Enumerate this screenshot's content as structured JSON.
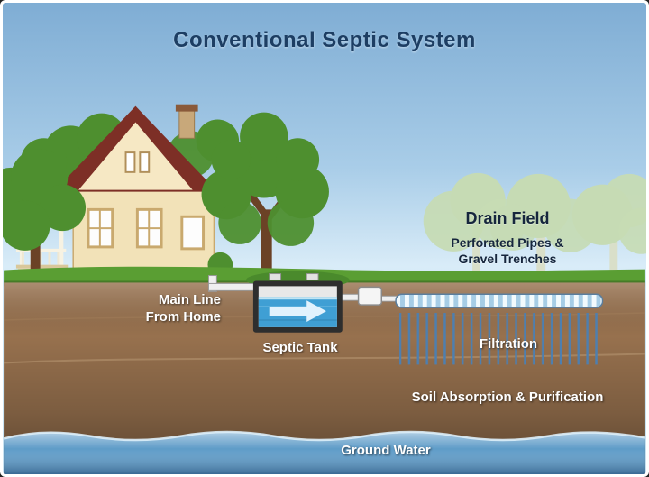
{
  "diagram": {
    "title": "Conventional Septic System",
    "labels": {
      "main_line_1": "Main Line",
      "main_line_2": "From Home",
      "septic_tank": "Septic Tank",
      "drain_field": "Drain Field",
      "drain_field_sub_1": "Perforated Pipes &",
      "drain_field_sub_2": "Gravel Trenches",
      "filtration": "Filtration",
      "soil_absorption": "Soil Absorption & Purification",
      "ground_water": "Ground Water"
    },
    "colors": {
      "title": "#1d3e63",
      "sky_top": "#7fadd4",
      "sky_bottom": "#d9ecf8",
      "grass": "#5a9e33",
      "soil": "#97714e",
      "soil_dark": "#54392a",
      "ground_water": "#5f9cc8",
      "tank_water": "#3f9fd4",
      "roof": "#7d2f26",
      "house_wall": "#f2e2b8",
      "pipe": "#efefef",
      "foliage": "#4e8f2f",
      "faded_foliage": "#c6dbb4",
      "trunk": "#6b4226",
      "filtration_lines": "#4d7fb0"
    }
  }
}
